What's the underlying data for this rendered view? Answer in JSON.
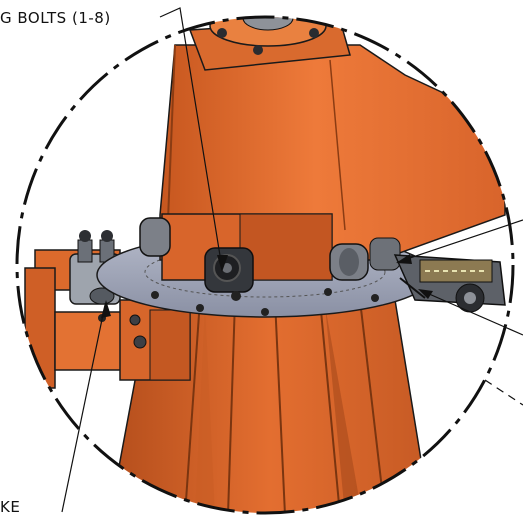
{
  "callouts": {
    "bolts": "G BOLTS (1-8)",
    "bottom_left": "KE"
  },
  "colors": {
    "body_orange": "#e06a2c",
    "body_orange_dark": "#b54f1d",
    "body_orange_light": "#f08a4a",
    "plate_gray": "#9aa0b4",
    "metal_gray": "#5d6268",
    "metal_light": "#c9ccd1",
    "outline": "#1a1a1a"
  },
  "icons": [
    "detail-view-circle",
    "leader-arrow"
  ]
}
